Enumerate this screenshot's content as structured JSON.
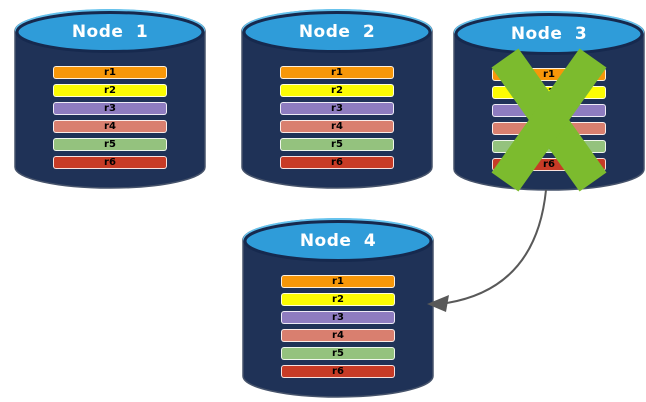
{
  "diagram": {
    "type": "database-replication-failover",
    "nodes": [
      {
        "label": "Node 1",
        "status": "active",
        "records": [
          "r1",
          "r2",
          "r3",
          "r4",
          "r5",
          "r6"
        ]
      },
      {
        "label": "Node 2",
        "status": "active",
        "records": [
          "r1",
          "r2",
          "r3",
          "r4",
          "r5",
          "r6"
        ]
      },
      {
        "label": "Node 3",
        "status": "failed",
        "records": [
          "r1",
          "r2",
          "r3",
          "r4",
          "r5",
          "r6"
        ]
      },
      {
        "label": "Node 4",
        "status": "active",
        "records": [
          "r1",
          "r2",
          "r3",
          "r4",
          "r5",
          "r6"
        ]
      }
    ],
    "record_colors": [
      "#F79709",
      "#FCFC03",
      "#8E7CC0",
      "#D97F6F",
      "#94C27E",
      "#C73B26"
    ],
    "colors": {
      "cylinder_body": "#1F3257",
      "cylinder_outline": "#46536B",
      "cylinder_lid": "#2F9CD9",
      "lid_highlight": "#65C3EE",
      "lid_border": "#16294E",
      "record_bar_border": "#FFFFFF",
      "record_text": "#000000",
      "title_text": "#FFFFFF",
      "failure_x": "#7CBB2E",
      "arrow": "#595959",
      "background": "#FFFFFF"
    },
    "failover_arrow": {
      "from": "Node 3",
      "to": "Node 4"
    }
  }
}
